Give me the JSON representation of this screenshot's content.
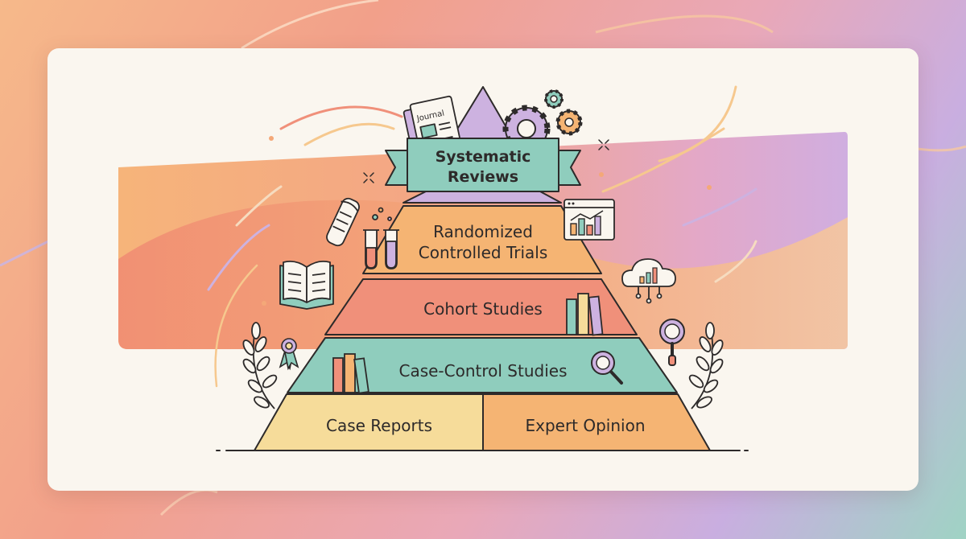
{
  "pyramid": {
    "top": "Systematic Reviews",
    "top_line1": "Systematic",
    "top_line2": "Reviews",
    "tier2_line1": "Randomized",
    "tier2_line2": "Controlled Trials",
    "tier3": "Cohort Studies",
    "tier4": "Case-Control Studies",
    "base_left": "Case Reports",
    "base_right": "Expert Opinion"
  },
  "decorations": {
    "journal_label": "Journal"
  },
  "colors": {
    "teal": "#8fcdbd",
    "orange": "#f5b473",
    "coral": "#f0907a",
    "yellow": "#f6dc9a",
    "lavender": "#cdb2e0",
    "outline": "#2d2a2a"
  }
}
